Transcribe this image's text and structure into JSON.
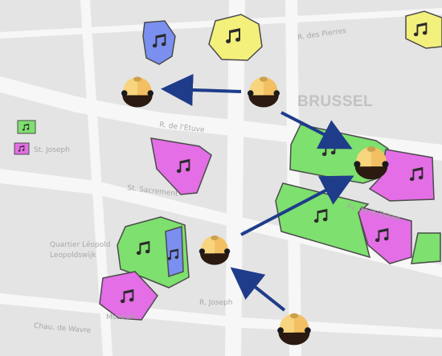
{
  "map": {
    "city_label": "BRUSSEL",
    "street_labels": [
      "R. des Pierres",
      "Quartier Léopold",
      "Leopoldswijk",
      "St. Joseph",
      "R. de l'Etuve",
      "Chau. de Wavre",
      "Museum",
      "Av. de la Toison",
      "St. Sacrement",
      "R. Joseph"
    ],
    "legend": [
      {
        "name": "green-zone-swatch",
        "color": "#7ee06e"
      },
      {
        "name": "magenta-zone-swatch",
        "color": "#e46ee6"
      }
    ],
    "zone_colors": {
      "green": "#7ee06e",
      "magenta": "#e46ee6",
      "blue": "#7a8ff0",
      "yellow": "#f3f07c"
    },
    "arrow_color": "#1f3c8a",
    "zones": [
      {
        "id": "blue-top",
        "color": "blue",
        "icon": "music-note-icon"
      },
      {
        "id": "yellow-top",
        "color": "yellow",
        "icon": "music-note-icon"
      },
      {
        "id": "yellow-top-right",
        "color": "yellow",
        "icon": "music-note-icon"
      },
      {
        "id": "magenta-center",
        "color": "magenta",
        "icon": "music-note-icon"
      },
      {
        "id": "green-right-upper",
        "color": "green",
        "icon": "music-note-icon"
      },
      {
        "id": "magenta-right-upper",
        "color": "magenta",
        "icon": "music-note-icon"
      },
      {
        "id": "green-right-lower",
        "color": "green",
        "icon": "music-note-icon"
      },
      {
        "id": "magenta-right-lower",
        "color": "magenta",
        "icon": "music-note-icon"
      },
      {
        "id": "green-left-lower",
        "color": "green",
        "icon": "music-note-icon"
      },
      {
        "id": "blue-left-lower",
        "color": "blue",
        "icon": "music-note-icon"
      },
      {
        "id": "magenta-left-lower",
        "color": "magenta",
        "icon": "music-note-icon"
      }
    ],
    "listeners": [
      "listener-top-left",
      "listener-top-center",
      "listener-right",
      "listener-center",
      "listener-bottom"
    ]
  }
}
